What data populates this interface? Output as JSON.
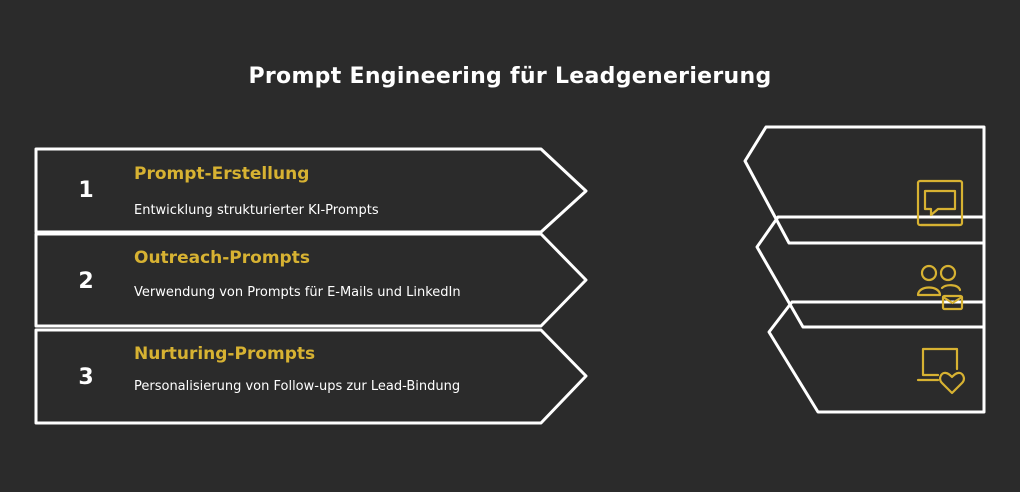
{
  "title": "Prompt Engineering für Leadgenerierung",
  "colors": {
    "background": "#2b2b2b",
    "stroke": "#ffffff",
    "accent": "#d7b232"
  },
  "steps": [
    {
      "number": "1",
      "title": "Prompt-Erstellung",
      "description": "Entwicklung strukturierter KI-Prompts",
      "icon": "chat-bubble-icon"
    },
    {
      "number": "2",
      "title": "Outreach-Prompts",
      "description": "Verwendung von Prompts für E-Mails und LinkedIn",
      "icon": "users-mail-icon"
    },
    {
      "number": "3",
      "title": "Nurturing-Prompts",
      "description": "Personalisierung von Follow-ups zur Lead-Bindung",
      "icon": "device-heart-icon"
    }
  ]
}
